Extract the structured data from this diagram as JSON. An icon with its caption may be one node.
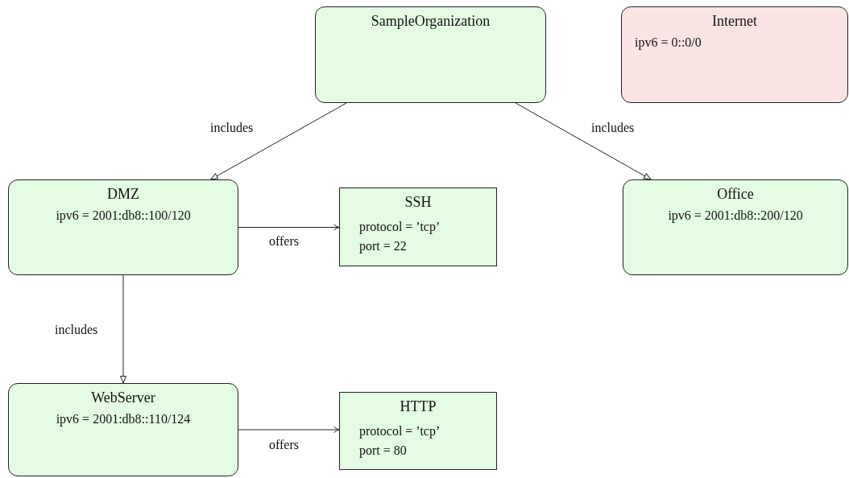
{
  "diagram": {
    "nodes": [
      {
        "text": [
          "SampleOrganization"
        ]
      },
      {
        "text": [
          "Internet",
          "ipv6 = 0::0/0"
        ]
      },
      {
        "text": [
          "DMZ",
          "ipv6 = 2001:db8::100/120"
        ]
      },
      {
        "text": [
          "SSH",
          "protocol = ’tcp’",
          "port = 22"
        ]
      },
      {
        "text": [
          "Office",
          "ipv6 = 2001:db8::200/120"
        ]
      },
      {
        "text": [
          "WebServer",
          "ipv6 = 2001:db8::110/124"
        ]
      },
      {
        "text": [
          "HTTP",
          "protocol = ’tcp’",
          "port = 80"
        ]
      }
    ],
    "edges": [
      {
        "from": 0,
        "to": 2,
        "arrow": "to",
        "label": "includes"
      },
      {
        "from": 0,
        "to": 4,
        "arrow": "to",
        "label": "includes"
      },
      {
        "from": 2,
        "to": 3,
        "arrow": "to",
        "label": "offers"
      },
      {
        "from": 2,
        "to": 5,
        "arrow": "to",
        "label": "includes"
      },
      {
        "from": 5,
        "to": 6,
        "arrow": "to",
        "label": "offers"
      }
    ]
  }
}
